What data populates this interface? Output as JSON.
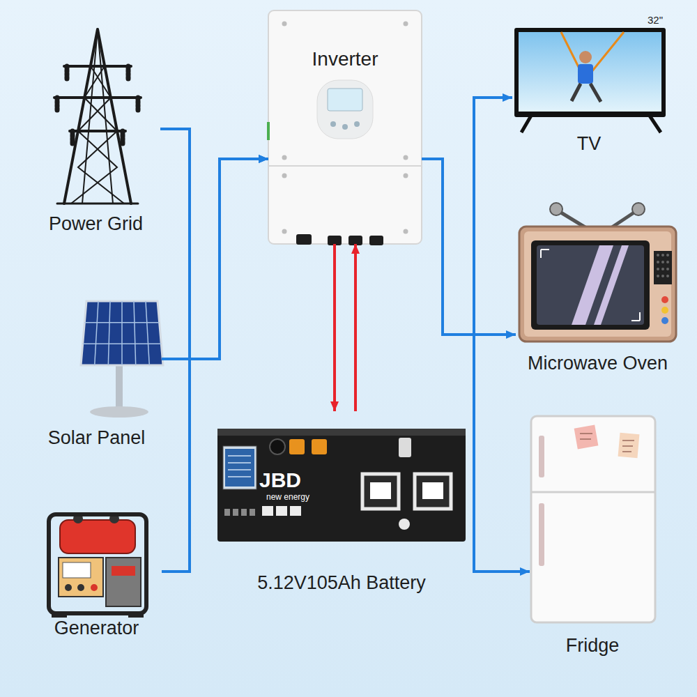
{
  "diagram": {
    "nodes": [
      {
        "text": [
          "Power Grid"
        ]
      },
      {
        "text": [
          "Solar Panel"
        ]
      },
      {
        "text": [
          "Generator"
        ]
      },
      {
        "text": [
          "Inverter"
        ]
      },
      {
        "text": [
          "5.12V105Ah Battery"
        ]
      },
      {
        "text": [
          "TV"
        ]
      },
      {
        "text": [
          "Microwave Oven"
        ]
      },
      {
        "text": [
          "Fridge"
        ]
      }
    ],
    "edges": [
      {
        "from": 0,
        "to": 3,
        "arrow": "to"
      },
      {
        "from": 1,
        "to": 3,
        "arrow": "to"
      },
      {
        "from": 2,
        "to": 3,
        "arrow": "to"
      },
      {
        "from": 3,
        "to": 4,
        "arrow": "to"
      },
      {
        "from": 4,
        "to": 3,
        "arrow": "to"
      },
      {
        "from": 3,
        "to": 5,
        "arrow": "to"
      },
      {
        "from": 3,
        "to": 6,
        "arrow": "to"
      },
      {
        "from": 3,
        "to": 7,
        "arrow": "to"
      }
    ],
    "labels": [
      "32\"",
      "JBD",
      "new energy"
    ]
  }
}
